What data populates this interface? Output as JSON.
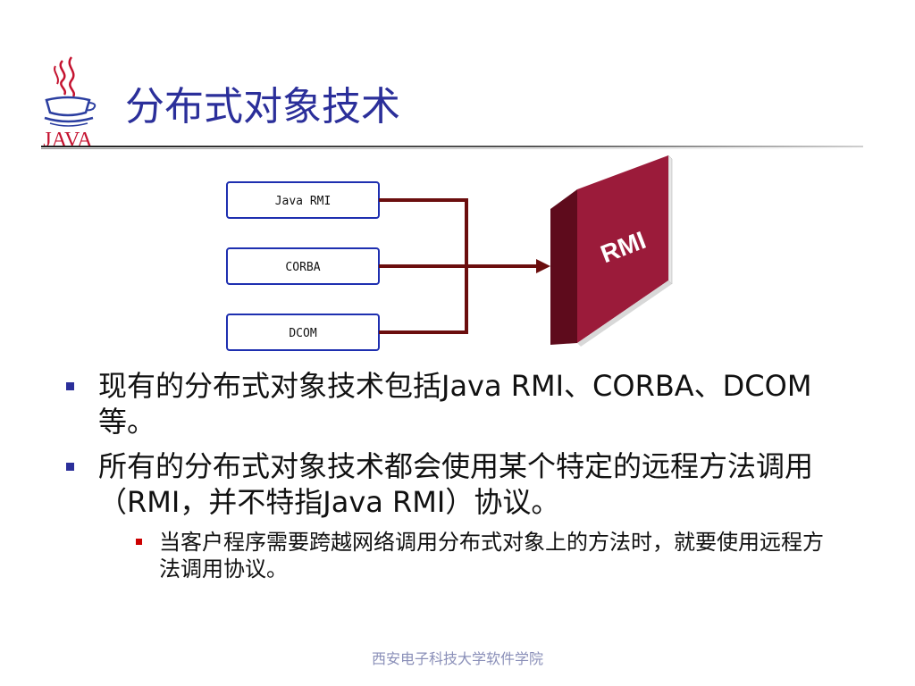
{
  "slide": {
    "title": "分布式对象技术",
    "logo_text": "JAVA"
  },
  "diagram": {
    "boxes": [
      "Java RMI",
      "CORBA",
      "DCOM"
    ],
    "book_label": "RMI",
    "colors": {
      "box_border": "#1e2fb0",
      "connector": "#6b0e0e",
      "book": "#9b1b3a"
    }
  },
  "bullets": [
    {
      "text": "现有的分布式对象技术包括Java RMI、CORBA、DCOM等。"
    },
    {
      "text": "所有的分布式对象技术都会使用某个特定的远程方法调用（RMI，并不特指Java RMI）协议。"
    }
  ],
  "sub_bullets": [
    {
      "text": "当客户程序需要跨越网络调用分布式对象上的方法时，就要使用远程方法调用协议。"
    }
  ],
  "footer": "西安电子科技大学软件学院",
  "colors": {
    "title": "#2b2f9a",
    "bullet_marker": "#2b2f9a",
    "sub_marker": "#cc0000",
    "footer": "#8a8fb8"
  }
}
